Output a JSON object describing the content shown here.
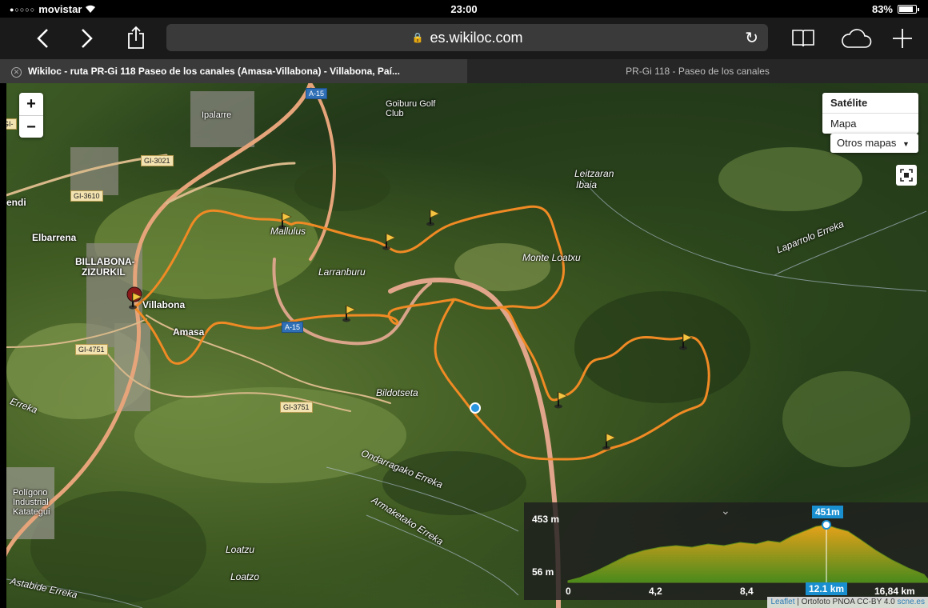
{
  "status_bar": {
    "carrier": "movistar",
    "time": "23:00",
    "battery": "83%",
    "battery_level": 0.83
  },
  "browser": {
    "url": "es.wikiloc.com",
    "tabs": [
      {
        "label": "Wikiloc - ruta PR-Gi 118 Paseo de los canales (Amasa-Villabona) - Villabona, Paí...",
        "active": true
      },
      {
        "label": "PR-Gi 118 - Paseo de los canales",
        "active": false
      }
    ]
  },
  "map": {
    "zoom_in": "+",
    "zoom_out": "−",
    "layers": {
      "satellite": "Satélite",
      "map": "Mapa"
    },
    "other_maps": "Otros mapas",
    "labels": {
      "goiburu": "Goiburu Golf",
      "club": "Club",
      "ipalarre": "Ipalarre",
      "leitzaran": "Leitzaran",
      "ibaia": "Ibaia",
      "laparrola": "Laparrolo Erreka",
      "elbarrena": "Elbarrena",
      "billabona": "BILLABONA-",
      "zizurkil": "ZIZURKIL",
      "villabona": "Villabona",
      "amasa": "Amasa",
      "mandi": "endi",
      "mallulus": "Mallulus",
      "larranburu": "Larranburu",
      "monte": "Monte Loatxu",
      "bildotseta": "Bildotseta",
      "ondarragako": "Ondarragako Erreka",
      "armaketako": "Armaketako Erreka",
      "erreka_left": "Erreka",
      "poligono1": "Polígono",
      "poligono2": "Industrial",
      "poligono3": "Katategui",
      "loatzu": "Loatzu",
      "loatzo": "Loatzo",
      "astabide": "Astabide Erreka"
    },
    "road_signs": {
      "a15": "A-15",
      "a15b": "A-15",
      "gi3021": "GI-3021",
      "gi3610": "GI-3610",
      "gi4751": "GI-4751",
      "gi3751": "GI-3751",
      "gi_left": "GI-"
    },
    "attribution": {
      "leaflet": "Leaflet",
      "text": " | Ortofoto PNOA CC-BY 4.0 ",
      "link": "scne.es"
    }
  },
  "elevation": {
    "y_max_label": "453 m",
    "y_min_label": "56 m",
    "x_ticks": [
      "0",
      "4,2",
      "8,4",
      "16,84 km"
    ],
    "cursor_elevation": "451m",
    "cursor_distance": "12.1 km"
  },
  "colors": {
    "track": "#f08a24",
    "elevation_fill_top": "#e6a21a",
    "elevation_fill_bottom": "#4a8a1c",
    "cursor": "#1a8fd0"
  }
}
